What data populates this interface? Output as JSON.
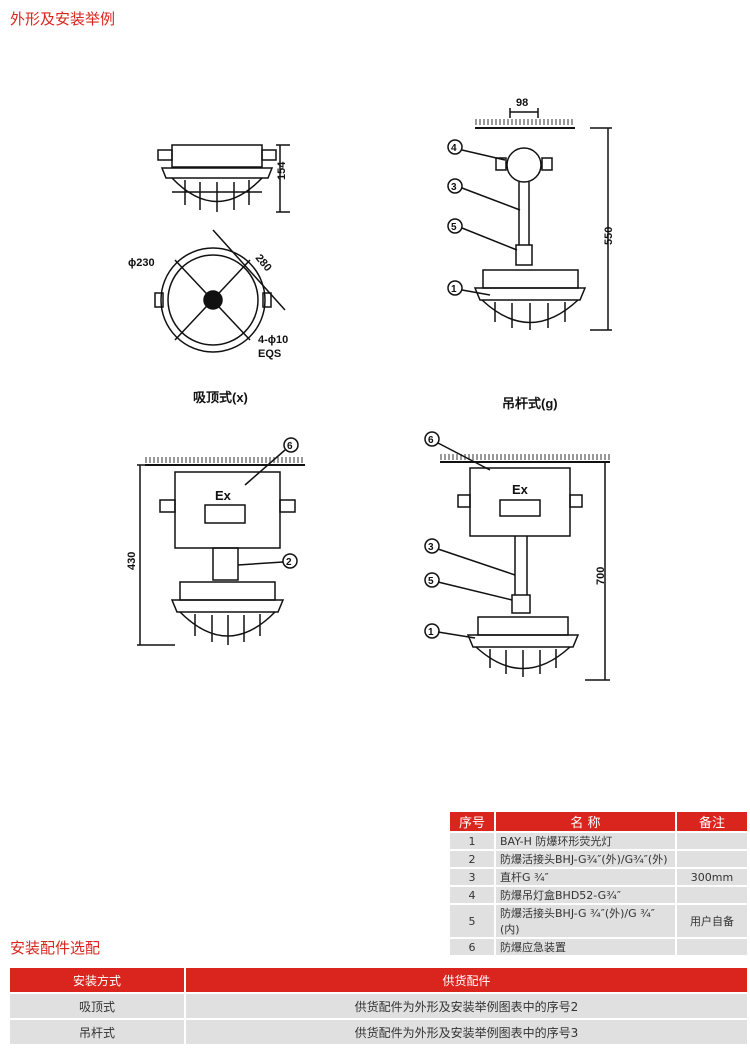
{
  "title": "外形及安装举例",
  "drawings": {
    "dim_98": "98",
    "dim_154": "154",
    "dim_phi230": "ϕ230",
    "dim_280": "280",
    "dim_4phi10": "4-ϕ10",
    "eqs": "EQS",
    "dim_550": "550",
    "dim_430": "430",
    "dim_700": "700",
    "ex": "Ex",
    "caption_x": "吸顶式(x)",
    "caption_g": "吊杆式(g)",
    "callouts": [
      "1",
      "2",
      "3",
      "4",
      "5",
      "6"
    ]
  },
  "parts_table": {
    "headers": [
      "序号",
      "名 称",
      "备注"
    ],
    "rows": [
      {
        "no": "1",
        "name": "BAY-H 防爆环形荧光灯",
        "note": ""
      },
      {
        "no": "2",
        "name": "防爆活接头BHJ-G¾″(外)/G¾″(外)",
        "note": ""
      },
      {
        "no": "3",
        "name": "直杆G ¾″",
        "note": "300mm"
      },
      {
        "no": "4",
        "name": "防爆吊灯盒BHD52-G¾″",
        "note": ""
      },
      {
        "no": "5",
        "name": "防爆活接头BHJ-G ¾″(外)/G ¾″(内)",
        "note": "用户自备"
      },
      {
        "no": "6",
        "name": "防爆应急装置",
        "note": ""
      }
    ]
  },
  "section2_title": "安装配件选配",
  "accessory_table": {
    "headers": [
      "安装方式",
      "供货配件"
    ],
    "rows": [
      {
        "method": "吸顶式",
        "parts": "供货配件为外形及安装举例图表中的序号2"
      },
      {
        "method": "吊杆式",
        "parts": "供货配件为外形及安装举例图表中的序号3"
      }
    ]
  }
}
